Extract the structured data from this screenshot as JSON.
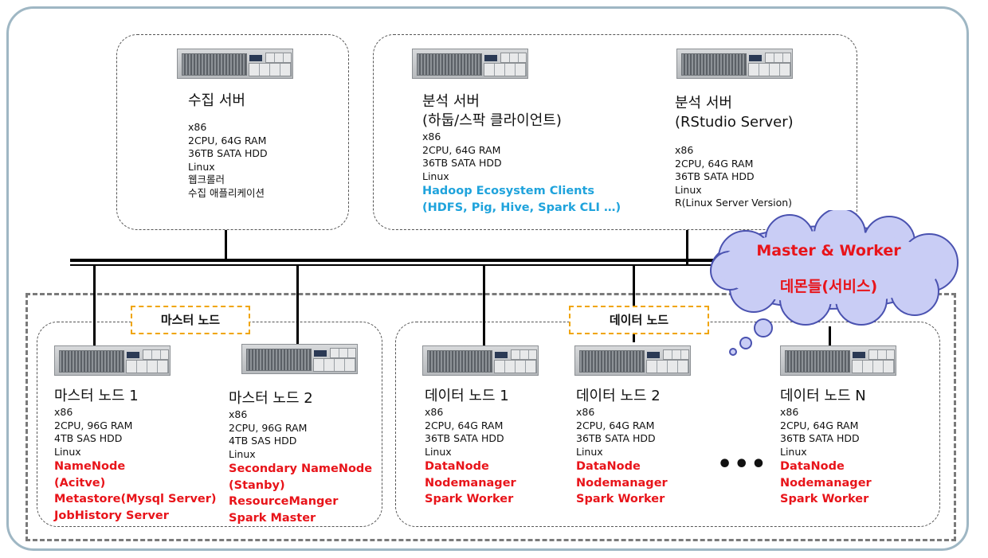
{
  "top": {
    "collect": {
      "title": "수집 서버",
      "specs": [
        "x86",
        "2CPU, 64G RAM",
        "36TB SATA HDD",
        "Linux",
        "웹크롤러",
        "수집 애플리케이션"
      ]
    },
    "analysis_hadoop": {
      "title1": "분석 서버",
      "title2": "(하둡/스팍 클라이언트)",
      "specs": [
        "x86",
        "2CPU, 64G RAM",
        "36TB SATA HDD",
        "Linux"
      ],
      "services": [
        "Hadoop Ecosystem Clients",
        "(HDFS, Pig, Hive, Spark CLI …)"
      ]
    },
    "analysis_rstudio": {
      "title1": "분석 서버",
      "title2": "(RStudio Server)",
      "specs": [
        "x86",
        "2CPU, 64G RAM",
        "36TB SATA HDD",
        "Linux",
        "R(Linux Server Version)"
      ]
    }
  },
  "cloud": {
    "line1": "Master & Worker",
    "line2": "데몬들(서비스)"
  },
  "master_group": {
    "tag": "마스터 노드",
    "node1": {
      "title": "마스터 노드 1",
      "specs": [
        "x86",
        "2CPU, 96G RAM",
        "4TB SAS HDD",
        "Linux"
      ],
      "services": [
        "NameNode",
        "(Acitve)",
        "Metastore(Mysql Server)",
        "JobHistory Server"
      ]
    },
    "node2": {
      "title": "마스터 노드 2",
      "specs": [
        "x86",
        "2CPU, 96G RAM",
        "4TB SAS HDD",
        "Linux"
      ],
      "services": [
        "Secondary NameNode",
        "(Stanby)",
        "ResourceManger",
        "Spark Master"
      ]
    }
  },
  "data_group": {
    "tag": "데이터 노드",
    "nodes": [
      {
        "title": "데이터 노드 1",
        "specs": [
          "x86",
          "2CPU, 64G RAM",
          "36TB SATA HDD",
          "Linux"
        ],
        "services": [
          "DataNode",
          "Nodemanager",
          "Spark Worker"
        ]
      },
      {
        "title": "데이터 노드 2",
        "specs": [
          "x86",
          "2CPU, 64G RAM",
          "36TB SATA HDD",
          "Linux"
        ],
        "services": [
          "DataNode",
          "Nodemanager",
          "Spark Worker"
        ]
      },
      {
        "title": "데이터 노드 N",
        "specs": [
          "x86",
          "2CPU, 64G RAM",
          "36TB SATA HDD",
          "Linux"
        ],
        "services": [
          "DataNode",
          "Nodemanager",
          "Spark Worker"
        ]
      }
    ],
    "ellipsis": "•••"
  },
  "colors": {
    "service_red": "#e8141a",
    "service_blue": "#1fa3dc",
    "cloud_fill": "#c9cdf5",
    "tag_border": "#f0a500"
  }
}
